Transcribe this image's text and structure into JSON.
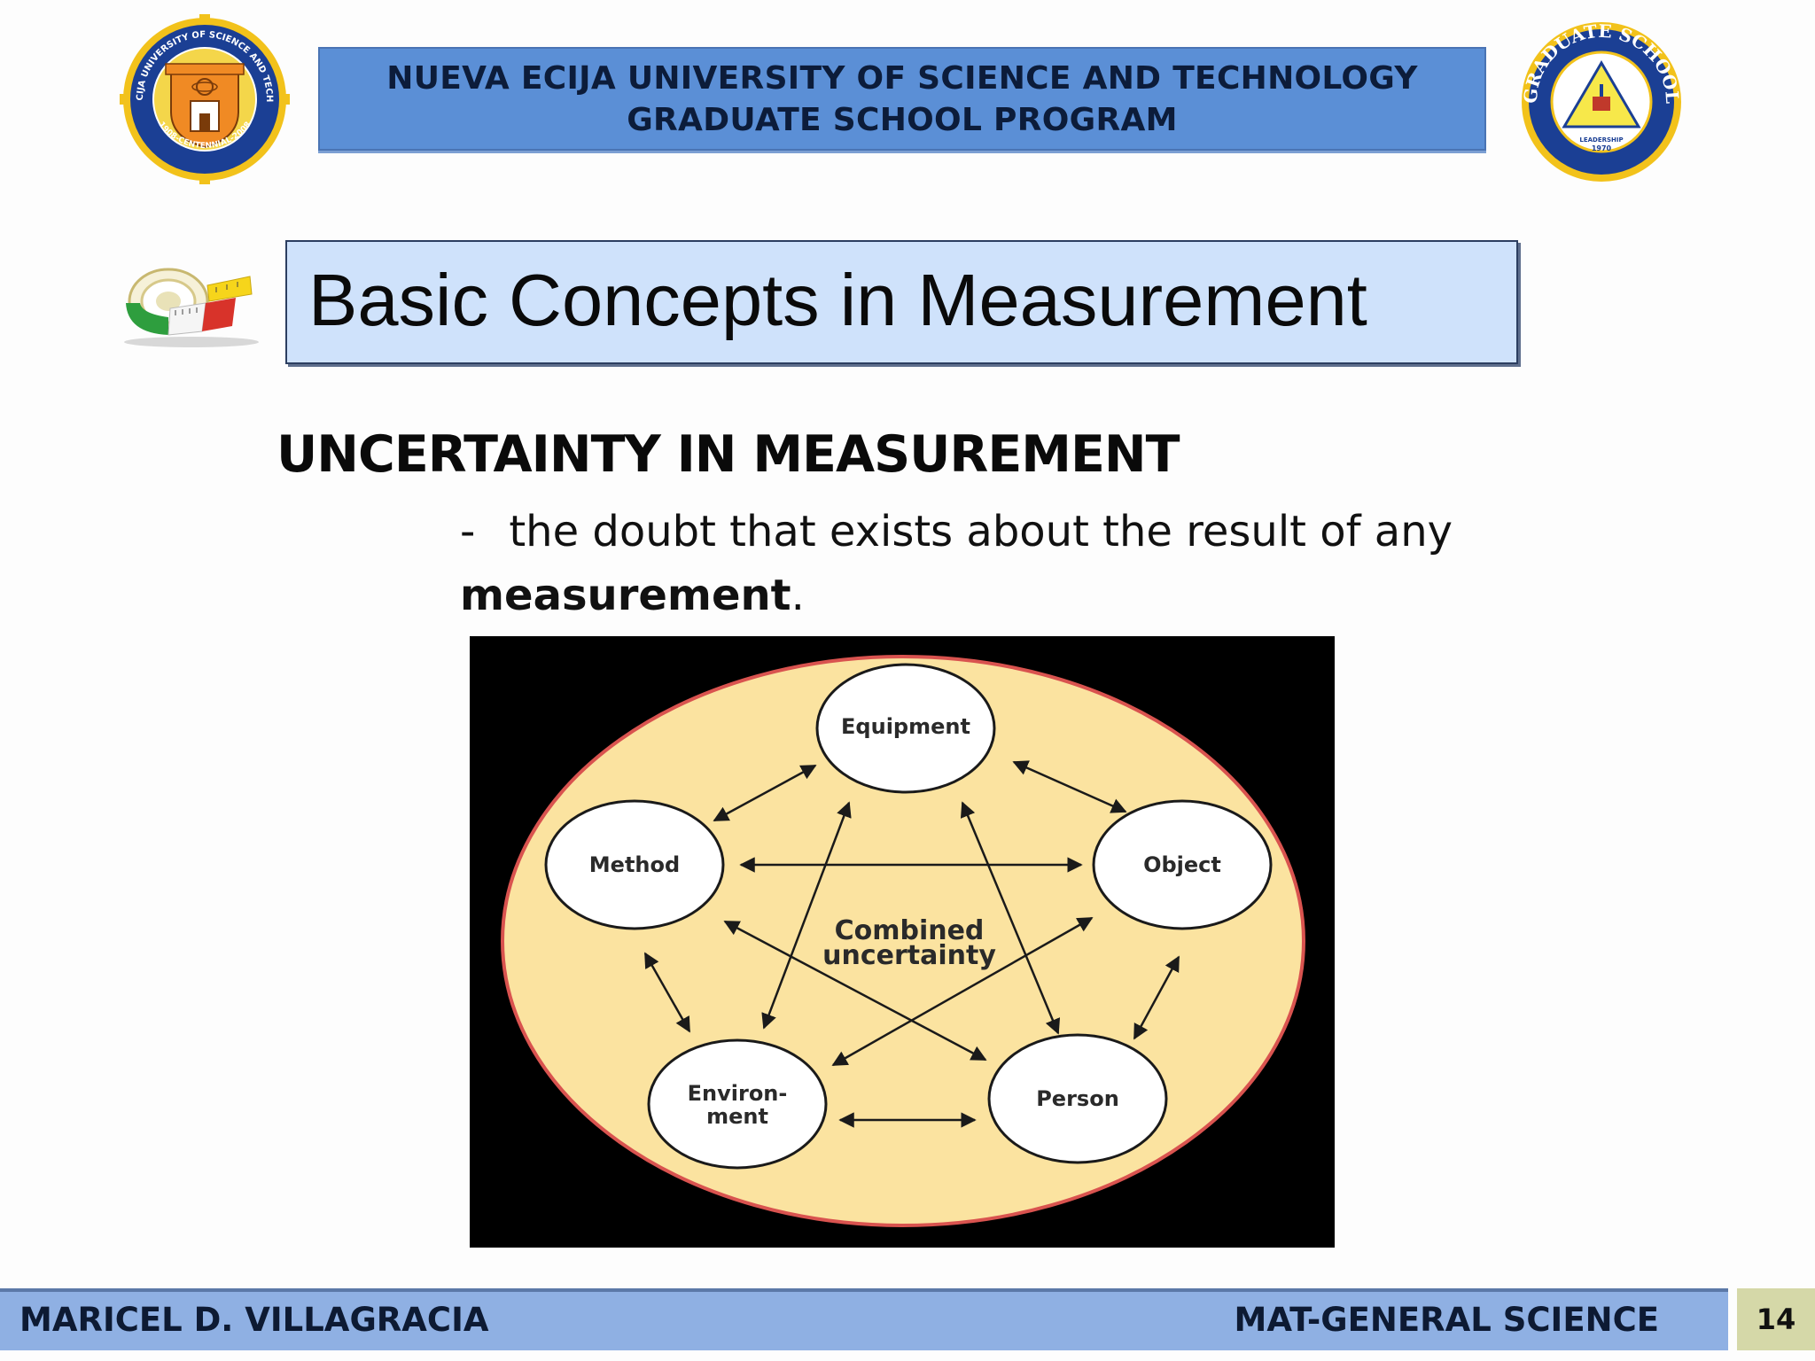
{
  "header": {
    "line1": "NUEVA ECIJA UNIVERSITY OF SCIENCE AND TECHNOLOGY",
    "line2": "GRADUATE SCHOOL PROGRAM"
  },
  "logos": {
    "left_seal_text": "NUEVA ECIJA UNIVERSITY OF SCIENCE AND TECHNOLOGY",
    "left_seal_ribbon": "1908-CENTENNIAL-2008",
    "right_seal_text": "GRADUATE SCHOOL",
    "right_seal_inner": "LEADERSHIP",
    "right_seal_year": "1970"
  },
  "title": "Basic Concepts in Measurement",
  "subheading": "UNCERTAINTY IN MEASUREMENT",
  "definition": {
    "dash": "-",
    "text": "the doubt that exists about the result of any",
    "bold_word": "measurement",
    "end": "."
  },
  "diagram": {
    "center_line1": "Combined",
    "center_line2": "uncertainty",
    "nodes": {
      "equipment": "Equipment",
      "method": "Method",
      "object": "Object",
      "environment_line1": "Environ-",
      "environment_line2": "ment",
      "person": "Person"
    },
    "colors": {
      "background": "#000000",
      "ellipse_fill": "#fbe3a0",
      "ellipse_border": "#d9534f",
      "node_fill": "#ffffff"
    }
  },
  "footer": {
    "author": "MARICEL D. VILLAGRACIA",
    "course": "MAT-GENERAL SCIENCE",
    "page_number": "14"
  },
  "colors": {
    "header_banner": "#5b8fd6",
    "title_box": "#cfe2fb",
    "footer_bar": "#8fb0e3",
    "page_box": "#d5d8a8"
  }
}
